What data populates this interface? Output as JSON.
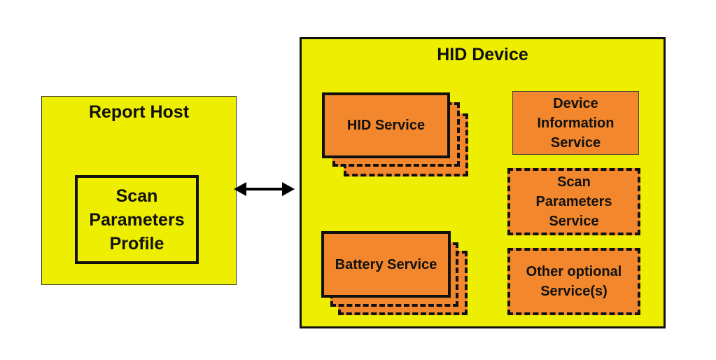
{
  "colors": {
    "container_fill": "#eeee00",
    "service_fill": "#f2872d",
    "border": "#111111"
  },
  "report_host": {
    "title": "Report Host",
    "profile": {
      "line1": "Scan",
      "line2": "Parameters",
      "line3": "Profile"
    }
  },
  "connector": {
    "type": "bidirectional-arrow"
  },
  "hid_device": {
    "title": "HID Device",
    "services": {
      "hid_service": {
        "label": "HID Service",
        "multiple_instances": true,
        "optional": false
      },
      "battery_service": {
        "label": "Battery Service",
        "multiple_instances": true,
        "optional": false
      },
      "device_information_service": {
        "line1": "Device",
        "line2": "Information",
        "line3": "Service",
        "optional": false
      },
      "scan_parameters_service": {
        "line1": "Scan",
        "line2": "Parameters",
        "line3": "Service",
        "optional": true
      },
      "other_optional_services": {
        "line1": "Other optional",
        "line2": "Service(s)",
        "optional": true
      }
    }
  }
}
